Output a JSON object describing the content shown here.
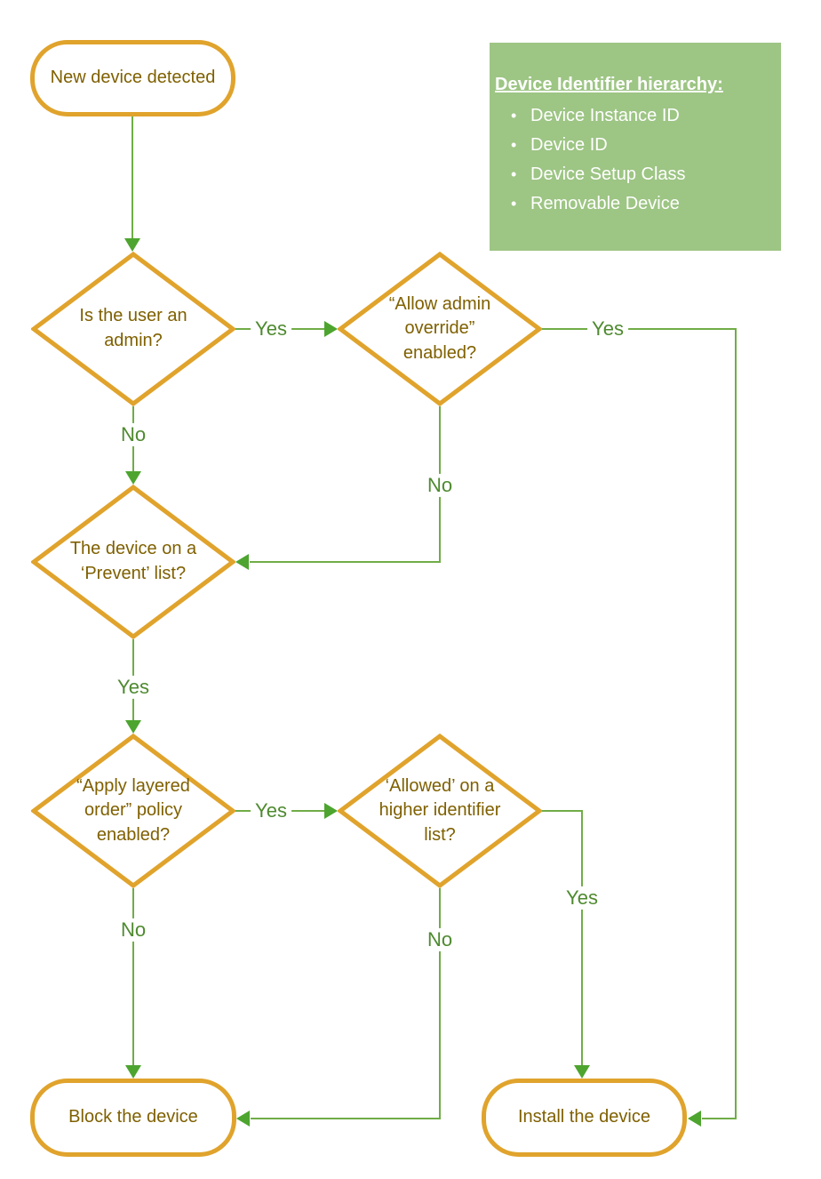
{
  "colors": {
    "shape-orange": "#E0A32C",
    "line-green": "#70AD47",
    "arrow-green": "#4DA52F",
    "label-green": "#4E8A2F",
    "node-text": "#7F6000",
    "note-bg": "#9DC584",
    "note-text": "#FFFFFF"
  },
  "nodes": {
    "start": {
      "label": "New device detected"
    },
    "admin": {
      "label": "Is the user an\nadmin?"
    },
    "override": {
      "label": "“Allow admin\noverride”\nenabled?"
    },
    "prevent": {
      "label": "The device on a\n‘Prevent’ list?"
    },
    "layered": {
      "label": "“Apply layered\norder” policy\nenabled?"
    },
    "allowed": {
      "label": "‘Allowed’ on a\nhigher identifier\nlist?"
    },
    "block": {
      "label": "Block the device"
    },
    "install": {
      "label": "Install the device"
    }
  },
  "edge_labels": {
    "admin_yes": "Yes",
    "admin_no": "No",
    "override_yes": "Yes",
    "override_no": "No",
    "prevent_yes": "Yes",
    "layered_yes": "Yes",
    "layered_no": "No",
    "allowed_yes": "Yes",
    "allowed_no": "No"
  },
  "note": {
    "title": "Device Identifier hierarchy:",
    "bullet": "•",
    "items": [
      "Device Instance ID",
      "Device ID",
      "Device Setup Class",
      "Removable Device"
    ]
  }
}
